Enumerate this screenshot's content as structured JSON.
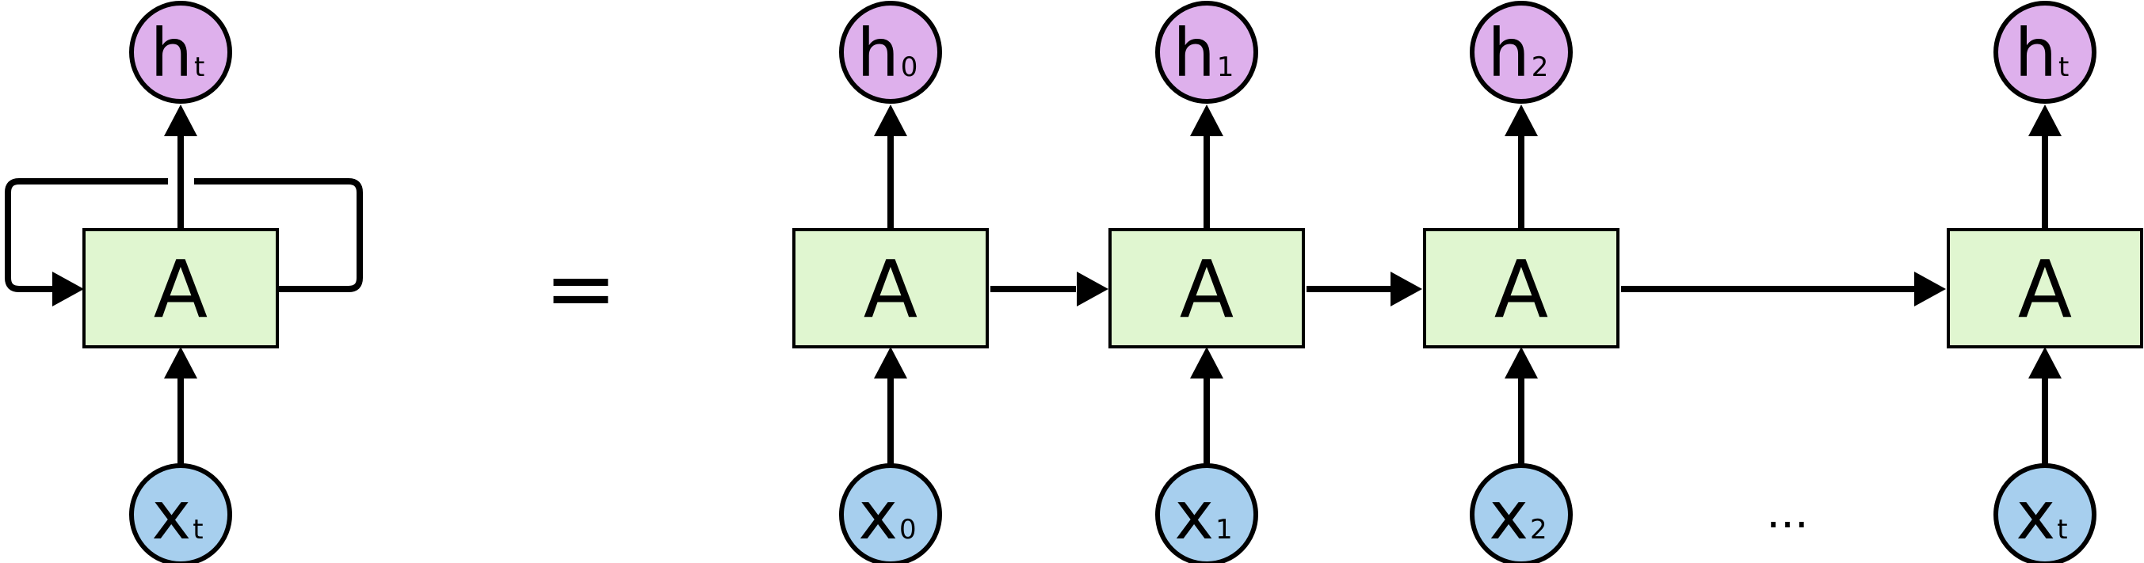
{
  "colors": {
    "cell_fill": "#e0f6d0",
    "output_fill": "#deb0ec",
    "input_fill": "#a7cfee",
    "stroke": "#000000"
  },
  "rolled": {
    "cell_label": "A",
    "output": {
      "main": "h",
      "sub": "t"
    },
    "input": {
      "main": "x",
      "sub": "t"
    }
  },
  "equals": "=",
  "ellipsis": "...",
  "unrolled": [
    {
      "cell_label": "A",
      "output": {
        "main": "h",
        "sub": "0"
      },
      "input": {
        "main": "x",
        "sub": "0"
      }
    },
    {
      "cell_label": "A",
      "output": {
        "main": "h",
        "sub": "1"
      },
      "input": {
        "main": "x",
        "sub": "1"
      }
    },
    {
      "cell_label": "A",
      "output": {
        "main": "h",
        "sub": "2"
      },
      "input": {
        "main": "x",
        "sub": "2"
      }
    },
    {
      "cell_label": "A",
      "output": {
        "main": "h",
        "sub": "t"
      },
      "input": {
        "main": "x",
        "sub": "t"
      }
    }
  ]
}
